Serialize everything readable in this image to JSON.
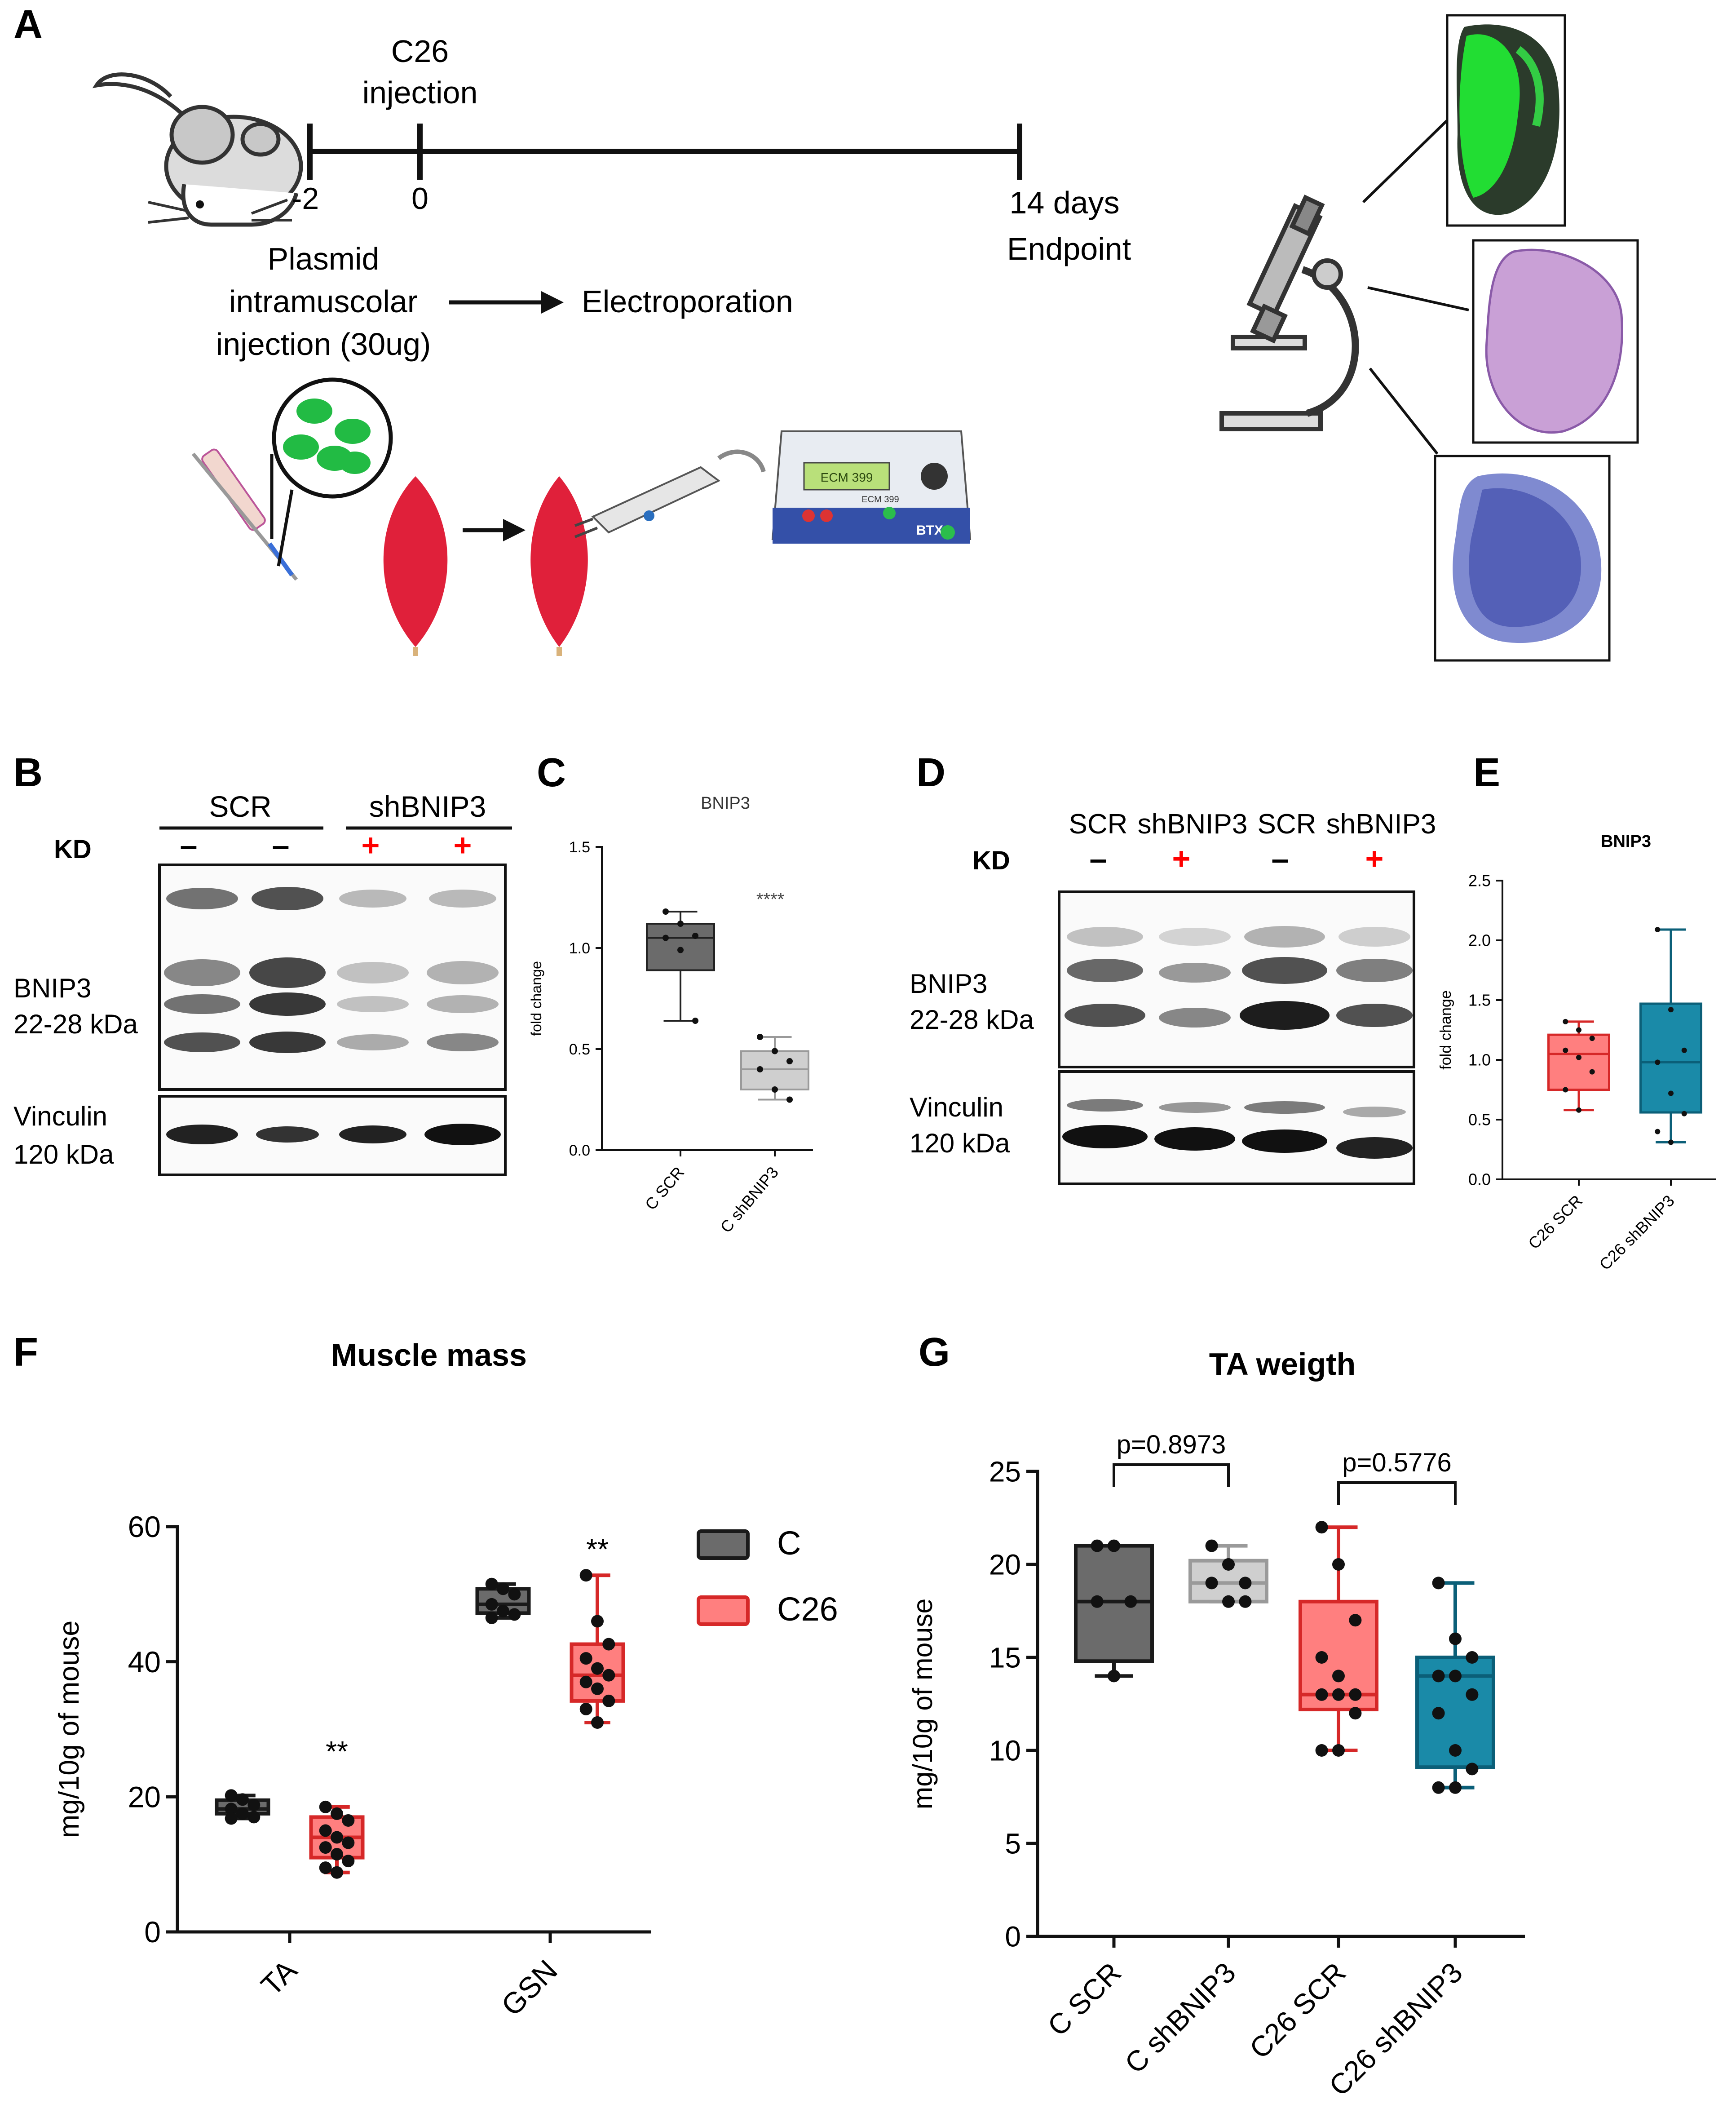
{
  "panels": {
    "A": "A",
    "B": "B",
    "C": "C",
    "D": "D",
    "E": "E",
    "F": "F",
    "G": "G"
  },
  "colors": {
    "c_gray": "#6b6b6b",
    "c_gray_edge": "#1a1a1a",
    "light_gray": "#cfcfcf",
    "light_gray_edge": "#9a9a9a",
    "c26_red": "#ff7f7f",
    "c26_red_edge": "#d62828",
    "teal": "#1a8aa8",
    "teal_edge": "#0b5f78",
    "plus_red": "#ff0000",
    "gfp_green": "#22dd33",
    "muscle_red": "#e0203a",
    "he_pink": "#c9a0d6",
    "stain_blue": "#4a55b0"
  },
  "panelA": {
    "c26_injection_line1": "C26",
    "c26_injection_line2": "injection",
    "tick_minus2": "-2",
    "tick_0": "0",
    "endpoint_line1": "14 days",
    "endpoint_line2": "Endpoint",
    "plasmid_line1": "Plasmid",
    "plasmid_line2": "intramuscolar",
    "plasmid_line3": "injection (30ug)",
    "electroporation": "Electroporation",
    "icons": [
      "mouse-icon",
      "syringe-icon",
      "plasmid-cells-icon",
      "muscle-icon",
      "electrode-icon",
      "electroporator-icon",
      "microscope-icon",
      "gfp-section-image",
      "he-section-image",
      "nadh-section-image"
    ],
    "device_display": "ECM 399",
    "device_label": "ECM 399",
    "device_brand": "BTX"
  },
  "panelB": {
    "group1": "SCR",
    "group2": "shBNIP3",
    "kd_label": "KD",
    "kd_signs": [
      "–",
      "–",
      "+",
      "+"
    ],
    "band1_line1": "BNIP3",
    "band1_line2": "22-28 kDa",
    "band2_line1": "Vinculin",
    "band2_line2": "120 kDa"
  },
  "panelD": {
    "lanes": [
      "SCR",
      "shBNIP3",
      "SCR",
      "shBNIP3"
    ],
    "kd_label": "KD",
    "kd_signs": [
      "–",
      "+",
      "–",
      "+"
    ],
    "band1_line1": "BNIP3",
    "band1_line2": "22-28 kDa",
    "band2_line1": "Vinculin",
    "band2_line2": "120 kDa"
  },
  "chart_data": [
    {
      "id": "C",
      "type": "box",
      "title": "BNIP3",
      "ylabel": "fold change",
      "ylim": [
        0,
        1.5
      ],
      "yticks": [
        "0.0",
        "0.5",
        "1.0",
        "1.5"
      ],
      "categories": [
        "C SCR",
        "C shBNIP3"
      ],
      "boxes": [
        {
          "min": 0.64,
          "q1": 0.89,
          "median": 1.05,
          "q3": 1.12,
          "max": 1.18,
          "points": [
            1.18,
            1.12,
            1.06,
            1.05,
            0.99,
            0.64
          ]
        },
        {
          "min": 0.25,
          "q1": 0.3,
          "median": 0.4,
          "q3": 0.49,
          "max": 0.56,
          "points": [
            0.56,
            0.49,
            0.44,
            0.4,
            0.3,
            0.25
          ]
        }
      ],
      "annotations": [
        "****"
      ]
    },
    {
      "id": "E",
      "type": "box",
      "title": "BNIP3",
      "ylabel": "fold change",
      "ylim": [
        0,
        2.5
      ],
      "yticks": [
        "0.0",
        "0.5",
        "1.0",
        "1.5",
        "2.0",
        "2.5"
      ],
      "categories": [
        "C26 SCR",
        "C26 shBNIP3"
      ],
      "boxes": [
        {
          "min": 0.58,
          "q1": 0.75,
          "median": 1.05,
          "q3": 1.21,
          "max": 1.32,
          "points": [
            1.32,
            1.25,
            1.18,
            1.08,
            1.02,
            0.9,
            0.75,
            0.58
          ]
        },
        {
          "min": 0.31,
          "q1": 0.56,
          "median": 0.98,
          "q3": 1.47,
          "max": 2.09,
          "points": [
            2.09,
            1.42,
            1.08,
            0.98,
            0.72,
            0.55,
            0.4,
            0.31
          ]
        }
      ]
    },
    {
      "id": "F",
      "type": "box",
      "title": "Muscle mass",
      "ylabel": "mg/10g of mouse",
      "ylim": [
        0,
        60
      ],
      "yticks": [
        "0",
        "20",
        "40",
        "60"
      ],
      "categories": [
        "TA",
        "GSN"
      ],
      "legend": [
        "C",
        "C26"
      ],
      "series": [
        {
          "name": "C",
          "boxes": [
            {
              "min": 16.8,
              "q1": 17.5,
              "median": 18.2,
              "q3": 19.5,
              "max": 20.2,
              "points": [
                20.2,
                19.6,
                18.8,
                18.2,
                17.5,
                17.0,
                16.8
              ]
            },
            {
              "min": 46.5,
              "q1": 47.2,
              "median": 48.5,
              "q3": 50.8,
              "max": 51.5,
              "points": [
                51.5,
                50.8,
                50.0,
                48.5,
                47.5,
                47.0,
                46.5
              ]
            }
          ]
        },
        {
          "name": "C26",
          "boxes": [
            {
              "min": 8.8,
              "q1": 11.0,
              "median": 14.0,
              "q3": 17.0,
              "max": 18.5,
              "points": [
                18.5,
                17.5,
                16.5,
                15.0,
                14.0,
                13.2,
                12.5,
                11.5,
                10.5,
                9.5,
                8.8
              ]
            },
            {
              "min": 31.0,
              "q1": 34.2,
              "median": 38.0,
              "q3": 42.6,
              "max": 52.8,
              "points": [
                52.8,
                46.0,
                42.6,
                40.5,
                39.0,
                38.0,
                37.0,
                36.0,
                34.2,
                33.0,
                31.0
              ]
            }
          ]
        }
      ],
      "annotations": [
        "**",
        "**"
      ]
    },
    {
      "id": "G",
      "type": "box",
      "title": "TA weigth",
      "ylabel": "mg/10g of mouse",
      "ylim": [
        0,
        25
      ],
      "yticks": [
        "0",
        "5",
        "10",
        "15",
        "20",
        "25"
      ],
      "categories": [
        "C SCR",
        "C shBNIP3",
        "C26 SCR",
        "C26 shBNIP3"
      ],
      "boxes": [
        {
          "min": 14,
          "q1": 14.8,
          "median": 18,
          "q3": 21,
          "max": 21,
          "points": [
            21,
            21,
            18,
            18,
            14
          ]
        },
        {
          "min": 18,
          "q1": 18,
          "median": 19,
          "q3": 20.2,
          "max": 21,
          "points": [
            21,
            20,
            19,
            19,
            18,
            18
          ]
        },
        {
          "min": 10,
          "q1": 12.2,
          "median": 13,
          "q3": 18,
          "max": 22,
          "points": [
            22,
            20,
            17,
            15,
            14,
            13,
            13,
            13,
            12,
            10,
            10
          ]
        },
        {
          "min": 8,
          "q1": 9.1,
          "median": 14,
          "q3": 15,
          "max": 19,
          "points": [
            19,
            16,
            15,
            14,
            14,
            13,
            12,
            10,
            9,
            8,
            8
          ]
        }
      ],
      "comparisons": [
        {
          "groups": [
            0,
            1
          ],
          "label": "p=0.8973"
        },
        {
          "groups": [
            2,
            3
          ],
          "label": "p=0.5776"
        }
      ]
    }
  ]
}
